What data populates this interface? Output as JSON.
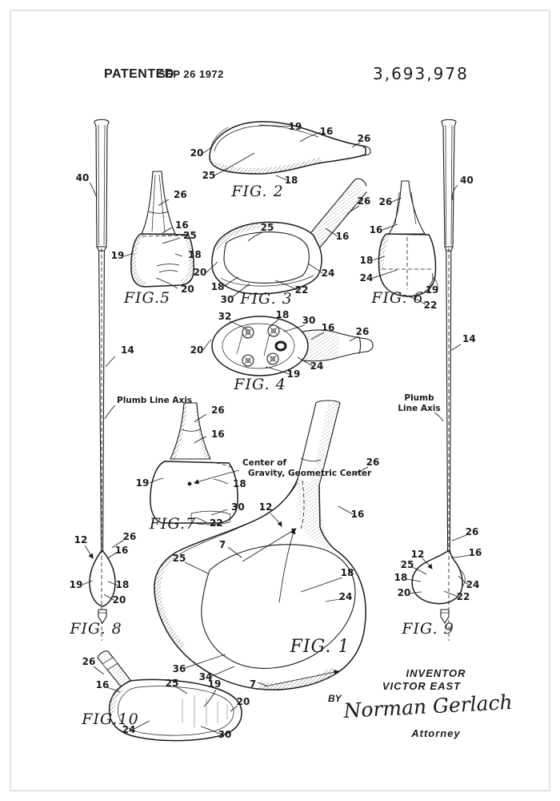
{
  "header": {
    "patented": "PATENTED",
    "date": "SEP 26 1972",
    "number": "3,693,978"
  },
  "left_club": {
    "grip_ref": "40",
    "shaft_ref": "14",
    "axis_label": "Plumb Line Axis"
  },
  "right_club": {
    "grip_ref": "40",
    "shaft_ref": "14",
    "axis_label_line1": "Plumb",
    "axis_label_line2": "Line Axis"
  },
  "figures": {
    "fig1": {
      "caption": "FIG. 1",
      "labels": [
        "12",
        "26",
        "16",
        "7",
        "25",
        "18",
        "24",
        "36",
        "34",
        "7"
      ]
    },
    "fig2": {
      "caption": "FIG. 2",
      "labels": [
        "19",
        "16",
        "26",
        "20",
        "25",
        "18"
      ]
    },
    "fig3": {
      "caption": "FIG. 3",
      "labels": [
        "25",
        "26",
        "16",
        "24",
        "22",
        "30",
        "18",
        "20"
      ]
    },
    "fig4": {
      "caption": "FIG. 4",
      "labels": [
        "32",
        "18",
        "30",
        "16",
        "26",
        "24",
        "19",
        "20"
      ]
    },
    "fig5": {
      "caption": "FIG.5",
      "labels": [
        "26",
        "16",
        "25",
        "19",
        "18",
        "20"
      ]
    },
    "fig6": {
      "caption": "FIG. 6",
      "labels": [
        "26",
        "16",
        "18",
        "24",
        "19",
        "22"
      ]
    },
    "fig7": {
      "caption": "FIG.7",
      "labels": [
        "26",
        "16",
        "19",
        "18",
        "30",
        "22"
      ],
      "cg_line1": "Center of",
      "cg_line2": "Gravity, Geometric Center"
    },
    "fig8": {
      "caption": "FIG. 8",
      "labels": [
        "12",
        "26",
        "16",
        "19",
        "18",
        "20"
      ]
    },
    "fig9": {
      "caption": "FIG. 9",
      "labels": [
        "26",
        "16",
        "12",
        "25",
        "18",
        "20",
        "24",
        "22"
      ]
    },
    "fig10": {
      "caption": "FIG.10",
      "labels": [
        "26",
        "16",
        "25",
        "19",
        "24",
        "30",
        "20"
      ]
    }
  },
  "inventor_block": {
    "inventor": "INVENTOR",
    "name": "VICTOR EAST",
    "by": "BY",
    "signature": "Norman Gerlach",
    "attorney": "Attorney"
  },
  "colors": {
    "ink": "#1b1b1b",
    "paper": "#ffffff",
    "frame": "#d9d9d9"
  }
}
